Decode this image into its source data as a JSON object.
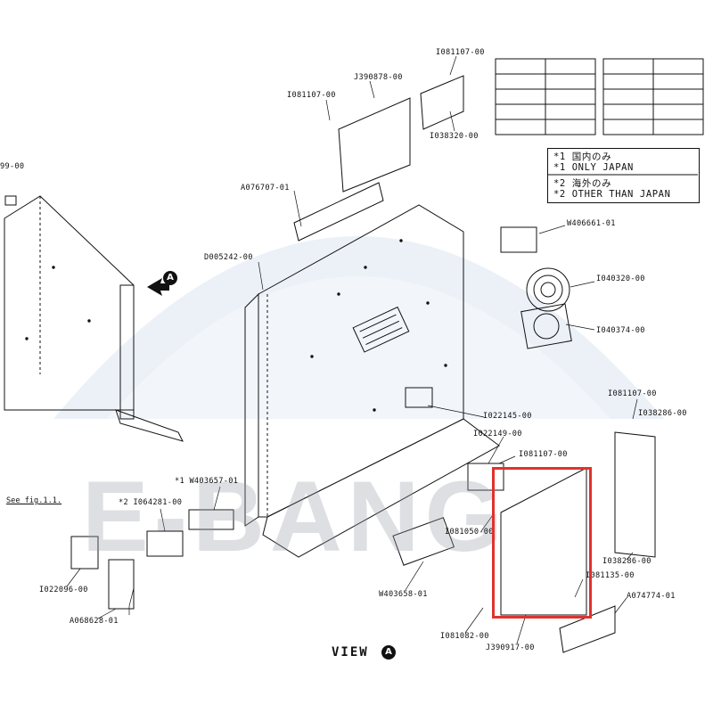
{
  "diagram": {
    "view_title": "VIEW",
    "view_marker": "A",
    "arrow_marker": "A",
    "watermark": "E-BANG",
    "see_fig": "See fig.1.1.",
    "legend": {
      "rows": [
        {
          "mark": "*1",
          "text": "国内のみ"
        },
        {
          "mark": "*1",
          "text": "ONLY JAPAN"
        },
        {
          "mark": "*2",
          "text": "海外のみ"
        },
        {
          "mark": "*2",
          "text": "OTHER THAN JAPAN"
        }
      ]
    },
    "parts": [
      {
        "id": "p1",
        "text": "I081107-00"
      },
      {
        "id": "p2",
        "text": "J390878-00"
      },
      {
        "id": "p3",
        "text": "I081107-00"
      },
      {
        "id": "p4",
        "text": "I038320-00"
      },
      {
        "id": "p5",
        "text": "A076707-01"
      },
      {
        "id": "p6",
        "text": "D005242-00"
      },
      {
        "id": "p7",
        "text": "W406661-01"
      },
      {
        "id": "p8",
        "text": "I040320-00"
      },
      {
        "id": "p9",
        "text": "I040374-00"
      },
      {
        "id": "p10",
        "text": "I081107-00"
      },
      {
        "id": "p11",
        "text": "I038286-00"
      },
      {
        "id": "p12",
        "text": "I022145-00"
      },
      {
        "id": "p13",
        "text": "I022149-00"
      },
      {
        "id": "p14",
        "text": "I081107-00"
      },
      {
        "id": "p15",
        "text": "W403657-01",
        "mark": "*1"
      },
      {
        "id": "p16",
        "text": "I064281-00",
        "mark": "*2"
      },
      {
        "id": "p17",
        "text": "I081050-00"
      },
      {
        "id": "p18",
        "text": "I038286-00"
      },
      {
        "id": "p19",
        "text": "I081135-00"
      },
      {
        "id": "p20",
        "text": "A074774-01"
      },
      {
        "id": "p21",
        "text": "W403658-01"
      },
      {
        "id": "p22",
        "text": "I022096-00"
      },
      {
        "id": "p23",
        "text": "A068628-01"
      },
      {
        "id": "p24",
        "text": "I081082-00"
      },
      {
        "id": "p25",
        "text": "J390917-00"
      },
      {
        "id": "p26",
        "text": "99-00"
      }
    ]
  }
}
